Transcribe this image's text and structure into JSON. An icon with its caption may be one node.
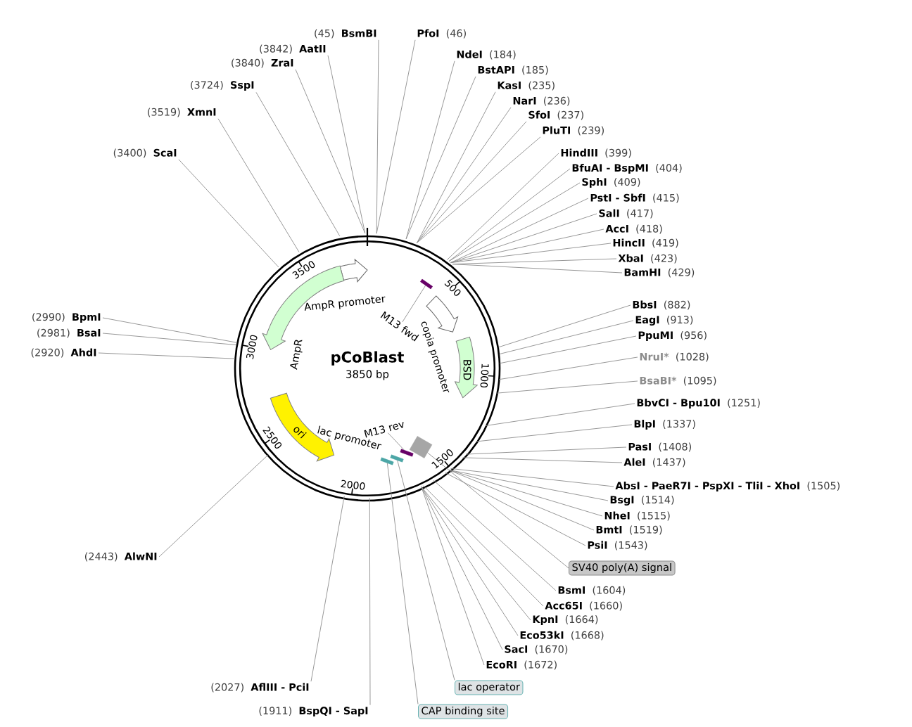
{
  "diagram": {
    "nodes": [
      {
        "text": [
          "pCoBlast",
          "3850 bp"
        ]
      },
      {
        "text": [
          "AmpR promoter"
        ],
        "in": 0
      },
      {
        "text": [
          "AmpR"
        ],
        "in": 0
      },
      {
        "text": [
          "ori"
        ],
        "in": 0
      },
      {
        "text": [
          "lac promoter"
        ],
        "in": 0
      },
      {
        "text": [
          "copia promoter"
        ],
        "in": 0
      },
      {
        "text": [
          "BSD"
        ],
        "in": 0
      },
      {
        "text": [
          "M13 fwd"
        ],
        "in": 0
      },
      {
        "text": [],
        "shape": "bar",
        "in": 0
      },
      {
        "text": [
          "M13 rev"
        ],
        "in": 0
      },
      {
        "text": [],
        "shape": "bar",
        "in": 0
      },
      {
        "text": [],
        "shape": "box",
        "in": 0
      },
      {
        "text": [],
        "shape": "bar",
        "in": 0
      },
      {
        "text": [],
        "shape": "bar",
        "in": 0
      },
      {
        "text": [
          "SV40 poly(A) signal"
        ]
      },
      {
        "text": [
          "lac operator"
        ]
      },
      {
        "text": [
          "CAP binding site"
        ]
      },
      {
        "text": [
          "(45)",
          "BsmBI"
        ]
      },
      {
        "text": [
          "PfoI",
          "(46)"
        ]
      },
      {
        "text": [
          "NdeI",
          "(184)"
        ]
      },
      {
        "text": [
          "BstAPI",
          "(185)"
        ]
      },
      {
        "text": [
          "KasI",
          "(235)"
        ]
      },
      {
        "text": [
          "NarI",
          "(236)"
        ]
      },
      {
        "text": [
          "SfoI",
          "(237)"
        ]
      },
      {
        "text": [
          "PluTI",
          "(239)"
        ]
      },
      {
        "text": [
          "HindIII",
          "(399)"
        ]
      },
      {
        "text": [
          "BfuAI - BspMI",
          "(404)"
        ]
      },
      {
        "text": [
          "SphI",
          "(409)"
        ]
      },
      {
        "text": [
          "PstI - SbfI",
          "(415)"
        ]
      },
      {
        "text": [
          "SalI",
          "(417)"
        ]
      },
      {
        "text": [
          "AccI",
          "(418)"
        ]
      },
      {
        "text": [
          "HincII",
          "(419)"
        ]
      },
      {
        "text": [
          "XbaI",
          "(423)"
        ]
      },
      {
        "text": [
          "BamHI",
          "(429)"
        ]
      },
      {
        "text": [
          "BbsI",
          "(882)"
        ]
      },
      {
        "text": [
          "EagI",
          "(913)"
        ]
      },
      {
        "text": [
          "PpuMI",
          "(956)"
        ]
      },
      {
        "text": [
          "NruI*",
          "(1028)"
        ]
      },
      {
        "text": [
          "BsaBI*",
          "(1095)"
        ]
      },
      {
        "text": [
          "BbvCI - Bpu10I",
          "(1251)"
        ]
      },
      {
        "text": [
          "BlpI",
          "(1337)"
        ]
      },
      {
        "text": [
          "PasI",
          "(1408)"
        ]
      },
      {
        "text": [
          "AleI",
          "(1437)"
        ]
      },
      {
        "text": [
          "AbsI - PaeR7I - PspXI - TliI - XhoI",
          "(1505)"
        ]
      },
      {
        "text": [
          "BsgI",
          "(1514)"
        ]
      },
      {
        "text": [
          "NheI",
          "(1515)"
        ]
      },
      {
        "text": [
          "BmtI",
          "(1519)"
        ]
      },
      {
        "text": [
          "PsiI",
          "(1543)"
        ]
      },
      {
        "text": [
          "BsmI",
          "(1604)"
        ]
      },
      {
        "text": [
          "Acc65I",
          "(1660)"
        ]
      },
      {
        "text": [
          "KpnI",
          "(1664)"
        ]
      },
      {
        "text": [
          "Eco53kI",
          "(1668)"
        ]
      },
      {
        "text": [
          "SacI",
          "(1670)"
        ]
      },
      {
        "text": [
          "EcoRI",
          "(1672)"
        ]
      },
      {
        "text": [
          "(2027)",
          "AflIII - PciI"
        ]
      },
      {
        "text": [
          "(1911)",
          "BspQI - SapI"
        ]
      },
      {
        "text": [
          "(2443)",
          "AlwNI"
        ]
      },
      {
        "text": [
          "(2920)",
          "AhdI"
        ]
      },
      {
        "text": [
          "(2981)",
          "BsaI"
        ]
      },
      {
        "text": [
          "(2990)",
          "BpmI"
        ]
      },
      {
        "text": [
          "(3400)",
          "ScaI"
        ]
      },
      {
        "text": [
          "(3519)",
          "XmnI"
        ]
      },
      {
        "text": [
          "(3724)",
          "SspI"
        ]
      },
      {
        "text": [
          "(3840)",
          "ZraI"
        ]
      },
      {
        "text": [
          "(3842)",
          "AatII"
        ]
      }
    ],
    "edges": [
      {
        "from": 7,
        "to": 8,
        "arrow": "none"
      },
      {
        "from": 9,
        "to": 10,
        "arrow": "none"
      },
      {
        "from": 14,
        "to": 11,
        "arrow": "none"
      },
      {
        "from": 15,
        "to": 12,
        "arrow": "none"
      },
      {
        "from": 16,
        "to": 13,
        "arrow": "none"
      },
      {
        "from": 17,
        "to": 0,
        "arrow": "none"
      },
      {
        "from": 18,
        "to": 0,
        "arrow": "none"
      },
      {
        "from": 19,
        "to": 0,
        "arrow": "none"
      },
      {
        "from": 20,
        "to": 0,
        "arrow": "none"
      },
      {
        "from": 21,
        "to": 0,
        "arrow": "none"
      },
      {
        "from": 22,
        "to": 0,
        "arrow": "none"
      },
      {
        "from": 23,
        "to": 0,
        "arrow": "none"
      },
      {
        "from": 24,
        "to": 0,
        "arrow": "none"
      },
      {
        "from": 25,
        "to": 0,
        "arrow": "none"
      },
      {
        "from": 26,
        "to": 0,
        "arrow": "none"
      },
      {
        "from": 27,
        "to": 0,
        "arrow": "none"
      },
      {
        "from": 28,
        "to": 0,
        "arrow": "none"
      },
      {
        "from": 29,
        "to": 0,
        "arrow": "none"
      },
      {
        "from": 30,
        "to": 0,
        "arrow": "none"
      },
      {
        "from": 31,
        "to": 0,
        "arrow": "none"
      },
      {
        "from": 32,
        "to": 0,
        "arrow": "none"
      },
      {
        "from": 33,
        "to": 0,
        "arrow": "none"
      },
      {
        "from": 34,
        "to": 0,
        "arrow": "none"
      },
      {
        "from": 35,
        "to": 0,
        "arrow": "none"
      },
      {
        "from": 36,
        "to": 0,
        "arrow": "none"
      },
      {
        "from": 37,
        "to": 0,
        "arrow": "none"
      },
      {
        "from": 38,
        "to": 0,
        "arrow": "none"
      },
      {
        "from": 39,
        "to": 0,
        "arrow": "none"
      },
      {
        "from": 40,
        "to": 0,
        "arrow": "none"
      },
      {
        "from": 41,
        "to": 0,
        "arrow": "none"
      },
      {
        "from": 42,
        "to": 0,
        "arrow": "none"
      },
      {
        "from": 43,
        "to": 0,
        "arrow": "none"
      },
      {
        "from": 44,
        "to": 0,
        "arrow": "none"
      },
      {
        "from": 45,
        "to": 0,
        "arrow": "none"
      },
      {
        "from": 46,
        "to": 0,
        "arrow": "none"
      },
      {
        "from": 47,
        "to": 0,
        "arrow": "none"
      },
      {
        "from": 48,
        "to": 0,
        "arrow": "none"
      },
      {
        "from": 49,
        "to": 0,
        "arrow": "none"
      },
      {
        "from": 50,
        "to": 0,
        "arrow": "none"
      },
      {
        "from": 51,
        "to": 0,
        "arrow": "none"
      },
      {
        "from": 52,
        "to": 0,
        "arrow": "none"
      },
      {
        "from": 53,
        "to": 0,
        "arrow": "none"
      },
      {
        "from": 54,
        "to": 0,
        "arrow": "none"
      },
      {
        "from": 55,
        "to": 0,
        "arrow": "none"
      },
      {
        "from": 56,
        "to": 0,
        "arrow": "none"
      },
      {
        "from": 57,
        "to": 0,
        "arrow": "none"
      },
      {
        "from": 58,
        "to": 0,
        "arrow": "none"
      },
      {
        "from": 59,
        "to": 0,
        "arrow": "none"
      },
      {
        "from": 60,
        "to": 0,
        "arrow": "none"
      },
      {
        "from": 61,
        "to": 0,
        "arrow": "none"
      },
      {
        "from": 62,
        "to": 0,
        "arrow": "none"
      },
      {
        "from": 63,
        "to": 0,
        "arrow": "none"
      },
      {
        "from": 64,
        "to": 0,
        "arrow": "none"
      }
    ],
    "labels": [
      "500",
      "1000",
      "1500",
      "2000",
      "2500",
      "3000",
      "3500"
    ]
  }
}
